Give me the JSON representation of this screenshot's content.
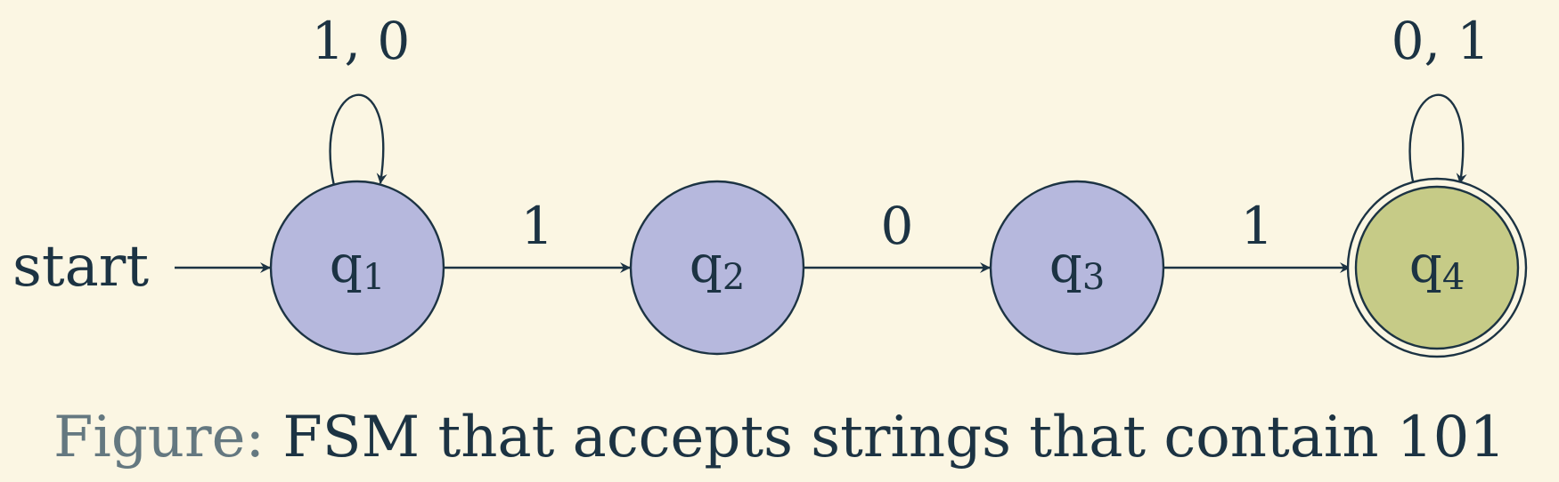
{
  "colors": {
    "background": "#fbf6e3",
    "ink": "#1c3343",
    "state_fill": "#b6b8dd",
    "accept_fill": "#c6cb87",
    "caption_prefix": "#647880"
  },
  "start_label": "start",
  "start_state": "q1",
  "states": [
    {
      "id": "q1",
      "label": "q",
      "subscript": "1",
      "accepting": false
    },
    {
      "id": "q2",
      "label": "q",
      "subscript": "2",
      "accepting": false
    },
    {
      "id": "q3",
      "label": "q",
      "subscript": "3",
      "accepting": false
    },
    {
      "id": "q4",
      "label": "q",
      "subscript": "4",
      "accepting": true
    }
  ],
  "transitions": [
    {
      "from": "q1",
      "to": "q1",
      "label": "1, 0"
    },
    {
      "from": "q1",
      "to": "q2",
      "label": "1"
    },
    {
      "from": "q2",
      "to": "q3",
      "label": "0"
    },
    {
      "from": "q3",
      "to": "q4",
      "label": "1"
    },
    {
      "from": "q4",
      "to": "q4",
      "label": "0, 1"
    }
  ],
  "caption": {
    "prefix": "Figure:",
    "text": " FSM that accepts strings that contain 101"
  }
}
